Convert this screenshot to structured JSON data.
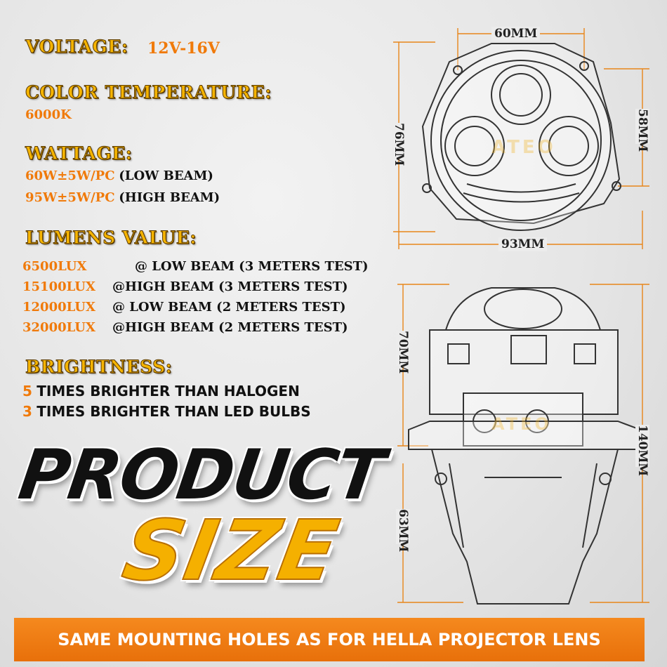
{
  "specs": {
    "voltage": {
      "label": "VOLTAGE:",
      "value": "12V-16V"
    },
    "color_temperature": {
      "label": "COLOR TEMPERATURE:",
      "value": "6000K"
    },
    "wattage": {
      "label": "WATTAGE:",
      "lines": [
        {
          "value": "60W±5W/PC",
          "note": "(LOW BEAM)"
        },
        {
          "value": "95W±5W/PC",
          "note": "(HIGH BEAM)"
        }
      ]
    },
    "lumens": {
      "label": "LUMENS VALUE:",
      "lines": [
        {
          "value": "6500LUX",
          "note": "@ LOW  BEAM (3 METERS TEST)"
        },
        {
          "value": "15100LUX",
          "note": "@HIGH BEAM (3 METERS TEST)"
        },
        {
          "value": "12000LUX",
          "note": "@ LOW  BEAM (2 METERS TEST)"
        },
        {
          "value": "32000LUX",
          "note": "@HIGH BEAM (2 METERS TEST)"
        }
      ]
    },
    "brightness": {
      "label": "BRIGHTNESS:",
      "lines": [
        {
          "value": "5",
          "note": "TIMES BRIGHTER THAN HALOGEN"
        },
        {
          "value": "3",
          "note": "TIMES BRIGHTER THAN LED BULBS"
        }
      ]
    }
  },
  "headline": {
    "line1": "PRODUCT",
    "line2": "SIZE"
  },
  "dimensions": {
    "front_width_top": "60MM",
    "front_height_right": "58MM",
    "front_height_left": "76MM",
    "front_width_bottom": "93MM",
    "side_upper": "70MM",
    "side_lower": "63MM",
    "side_total": "140MM"
  },
  "watermark": "ATEO",
  "footer": "SAME MOUNTING HOLES AS FOR HELLA PROJECTOR LENS",
  "colors": {
    "accent_orange": "#f07a0a",
    "header_gold": "#f5b400",
    "banner": "#ee7a12"
  }
}
